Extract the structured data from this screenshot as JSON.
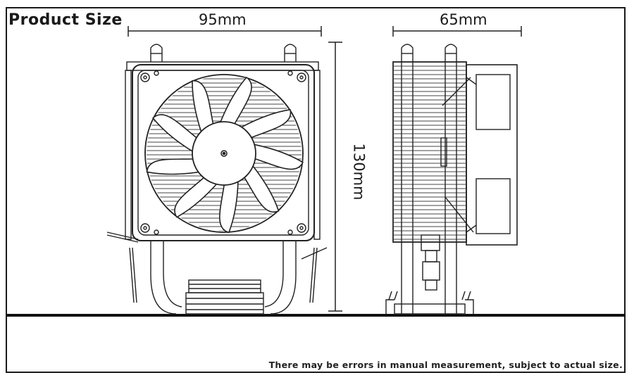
{
  "title": "Product Size",
  "dimensions": {
    "width": "95mm",
    "depth": "65mm",
    "height": "130mm"
  },
  "note": "There may be errors in manual measurement, subject to actual size.",
  "colors": {
    "line": "#1a1a1a",
    "background": "#ffffff"
  },
  "icons": [
    "fan-icon",
    "heatsink-icon",
    "heatpipe-icon"
  ]
}
